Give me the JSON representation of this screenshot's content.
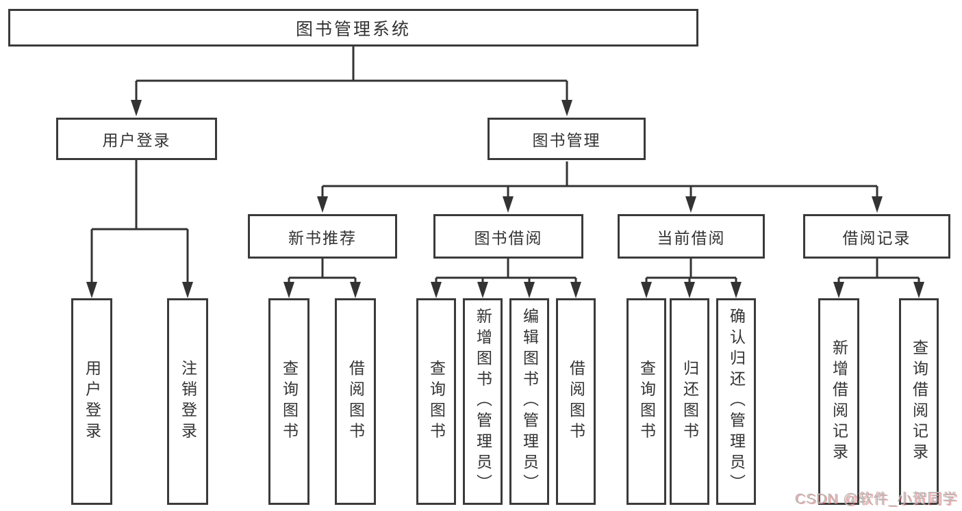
{
  "diagram": {
    "type": "hierarchy-tree",
    "tree": {
      "图书管理系统": {
        "用户登录": [
          "用户登录",
          "注销登录"
        ],
        "图书管理": {
          "新书推荐": [
            "查询图书",
            "借阅图书"
          ],
          "图书借阅": [
            "查询图书",
            "新增图书（管理员）",
            "编辑图书（管理员）",
            "借阅图书"
          ],
          "当前借阅": [
            "查询图书",
            "归还图书",
            "确认归还（管理员）"
          ],
          "借阅记录": [
            "新增借阅记录",
            "查询借阅记录"
          ]
        }
      }
    }
  },
  "nodes": {
    "root": {
      "label": "图书管理系统"
    },
    "user_login": {
      "label": "用户登录"
    },
    "book_mgmt": {
      "label": "图书管理"
    },
    "new_book_rec": {
      "label": "新书推荐"
    },
    "book_borrow": {
      "label": "图书借阅"
    },
    "current_borrow": {
      "label": "当前借阅"
    },
    "borrow_record": {
      "label": "借阅记录"
    },
    "leaf_user_login": {
      "label": "用户登录"
    },
    "leaf_logout": {
      "label": "注销登录"
    },
    "nb_query": {
      "label": "查询图书"
    },
    "nb_borrow": {
      "label": "借阅图书"
    },
    "bb_query": {
      "label": "查询图书"
    },
    "bb_add": {
      "label": "新增图书（管理员）"
    },
    "bb_edit": {
      "label": "编辑图书（管理员）"
    },
    "bb_borrow": {
      "label": "借阅图书"
    },
    "cb_query": {
      "label": "查询图书"
    },
    "cb_return": {
      "label": "归还图书"
    },
    "cb_confirm": {
      "label": "确认归还（管理员）"
    },
    "br_add": {
      "label": "新增借阅记录"
    },
    "br_query": {
      "label": "查询借阅记录"
    }
  },
  "watermark": {
    "text": "CSDN @软件_小贺同学"
  },
  "colors": {
    "line": "#333333",
    "box_border": "#3a3a3a",
    "box_fill": "#ffffff",
    "text": "#333333",
    "watermark_gray": "#b9b9b9",
    "watermark_red": "#e05555"
  }
}
